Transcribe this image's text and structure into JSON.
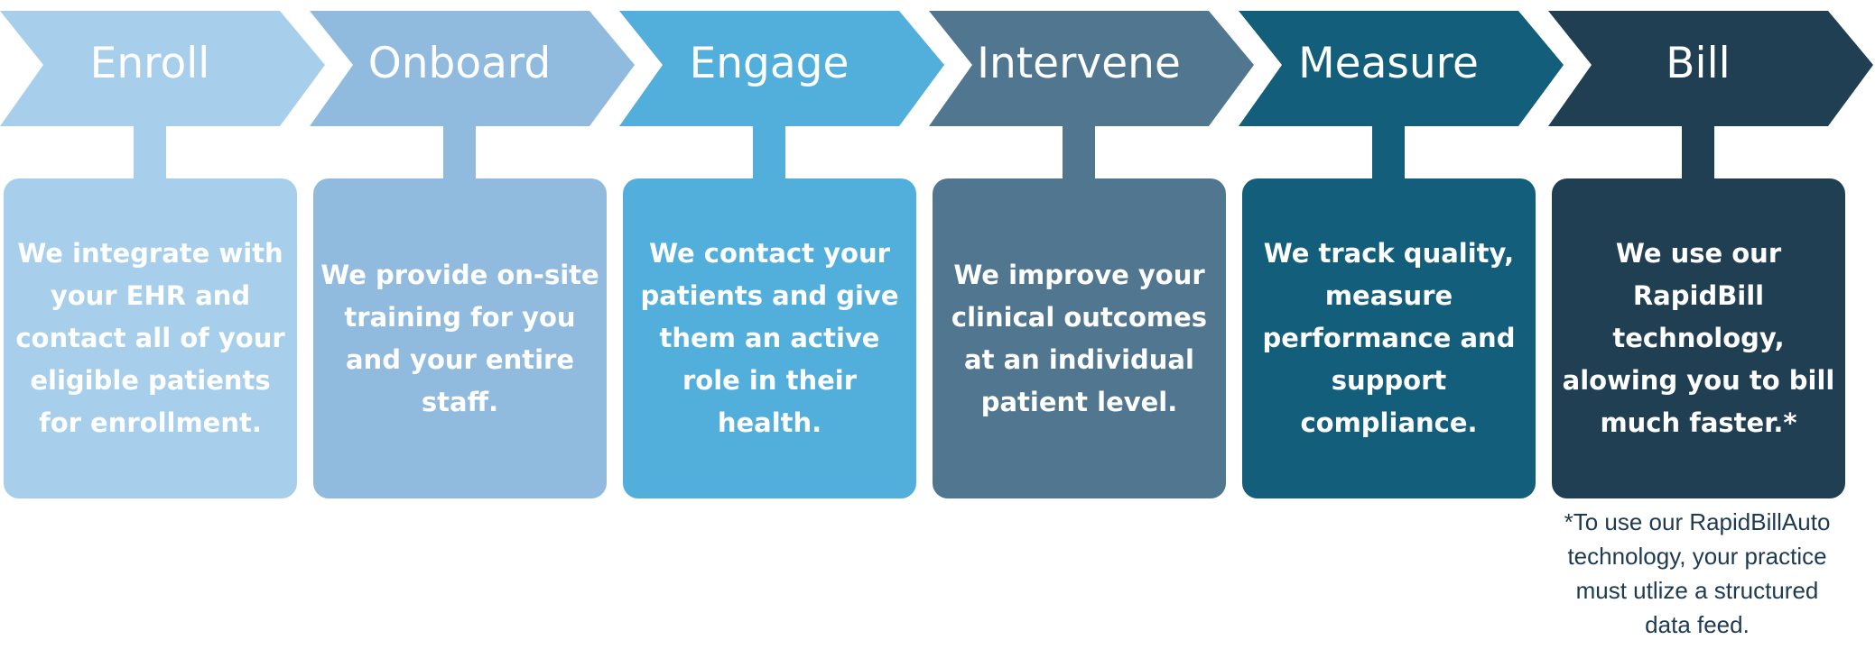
{
  "stages": [
    {
      "title": "Enroll",
      "description": "We integrate with your EHR and contact all of your eligible patients for enrollment.",
      "color": "#a7cfeb"
    },
    {
      "title": "Onboard",
      "description": "We provide on-site training for you and your entire staff.",
      "color": "#91badf"
    },
    {
      "title": "Engage",
      "description": "We contact your patients and give them an active role in their health.",
      "color": "#52aedb"
    },
    {
      "title": "Intervene",
      "description": "We improve your clinical outcomes at an individual patient level.",
      "color": "#507690"
    },
    {
      "title": "Measure",
      "description": "We track quality, measure performance and support compliance.",
      "color": "#135e7b"
    },
    {
      "title": "Bill",
      "description": "We use our RapidBill technology, alowing you to bill much faster.*",
      "color": "#213f53"
    }
  ],
  "footnote": "*To use our RapidBillAuto technology, your practice must utlize a structured data feed."
}
